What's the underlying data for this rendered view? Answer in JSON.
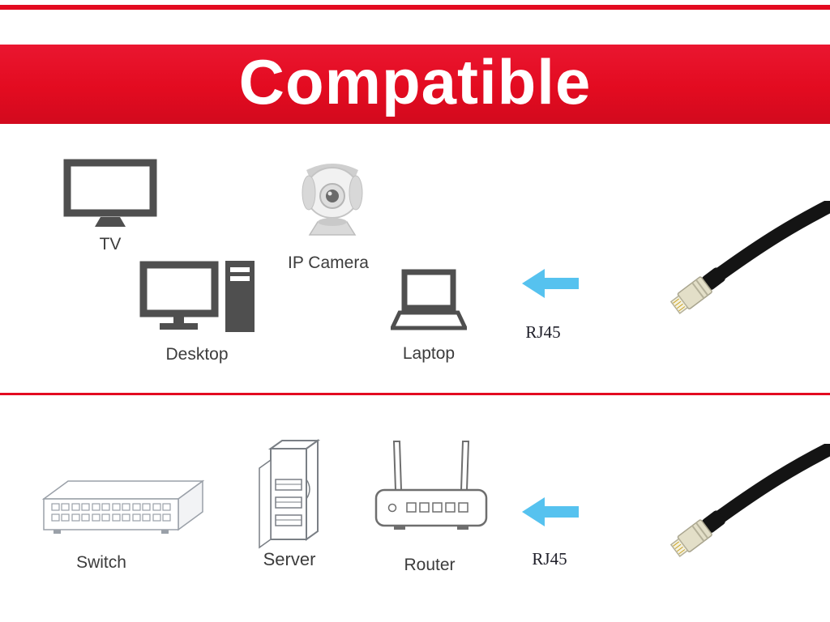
{
  "banner": {
    "title": "Compatible",
    "background": "#e30b20",
    "text_color": "#ffffff"
  },
  "divider_color": "#e30b20",
  "arrow_color": "#56c2ef",
  "cable_color": "#141414",
  "icon_color": "#4f4f4f",
  "line_art_color": "#8d949c",
  "top_section": {
    "devices": [
      {
        "id": "tv",
        "label": "TV"
      },
      {
        "id": "ip-camera",
        "label": "IP Camera"
      },
      {
        "id": "desktop",
        "label": "Desktop"
      },
      {
        "id": "laptop",
        "label": "Laptop"
      }
    ],
    "connector_label": "RJ45"
  },
  "bottom_section": {
    "devices": [
      {
        "id": "switch",
        "label": "Switch"
      },
      {
        "id": "server",
        "label": "Server"
      },
      {
        "id": "router",
        "label": "Router"
      }
    ],
    "connector_label": "RJ45"
  }
}
